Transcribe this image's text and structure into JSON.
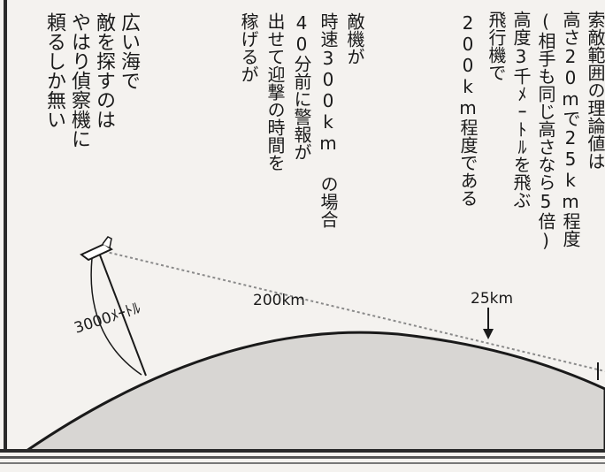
{
  "texts": {
    "col1": "広い海で",
    "col2": "敵を探すのは",
    "col3": "やはり偵察機に",
    "col4": "頼るしか無い",
    "col5": "敵機が",
    "col6": "時速300km の場合",
    "col7": "40分前に警報が",
    "col8": "出せて迎撃の時間を",
    "col9": "稼げるが",
    "col10": "索敵範囲の理論値は",
    "col11": "高さ20mで25km程度",
    "col12": "(相手も同じ高さなら5倍)",
    "col13": "高度3千ﾒｰﾄﾙを飛ぶ",
    "col14": "飛行機で",
    "col15": "200km程度である"
  },
  "labels": {
    "distance_200": "200km",
    "distance_25": "25km",
    "altitude": "3000ﾒｰﾄﾙ"
  }
}
